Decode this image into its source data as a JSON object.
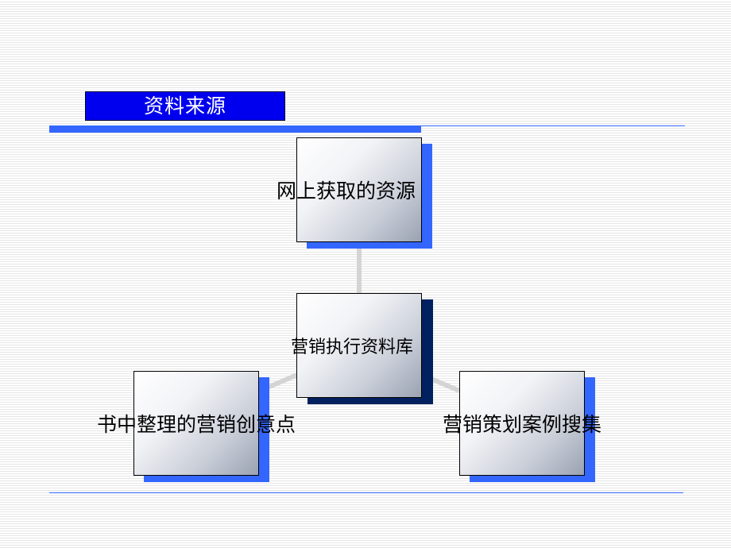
{
  "title": "资料来源",
  "colors": {
    "title_bg": "#0000ee",
    "title_text": "#ffffff",
    "accent": "#3366ff",
    "center_shadow": "#002060",
    "connector": "#d4d4d4"
  },
  "diagram": {
    "center": "营销执行资料库",
    "nodes": [
      "网上获取的资源",
      "书中整理的营销创意点",
      "营销策划案例搜集"
    ]
  }
}
